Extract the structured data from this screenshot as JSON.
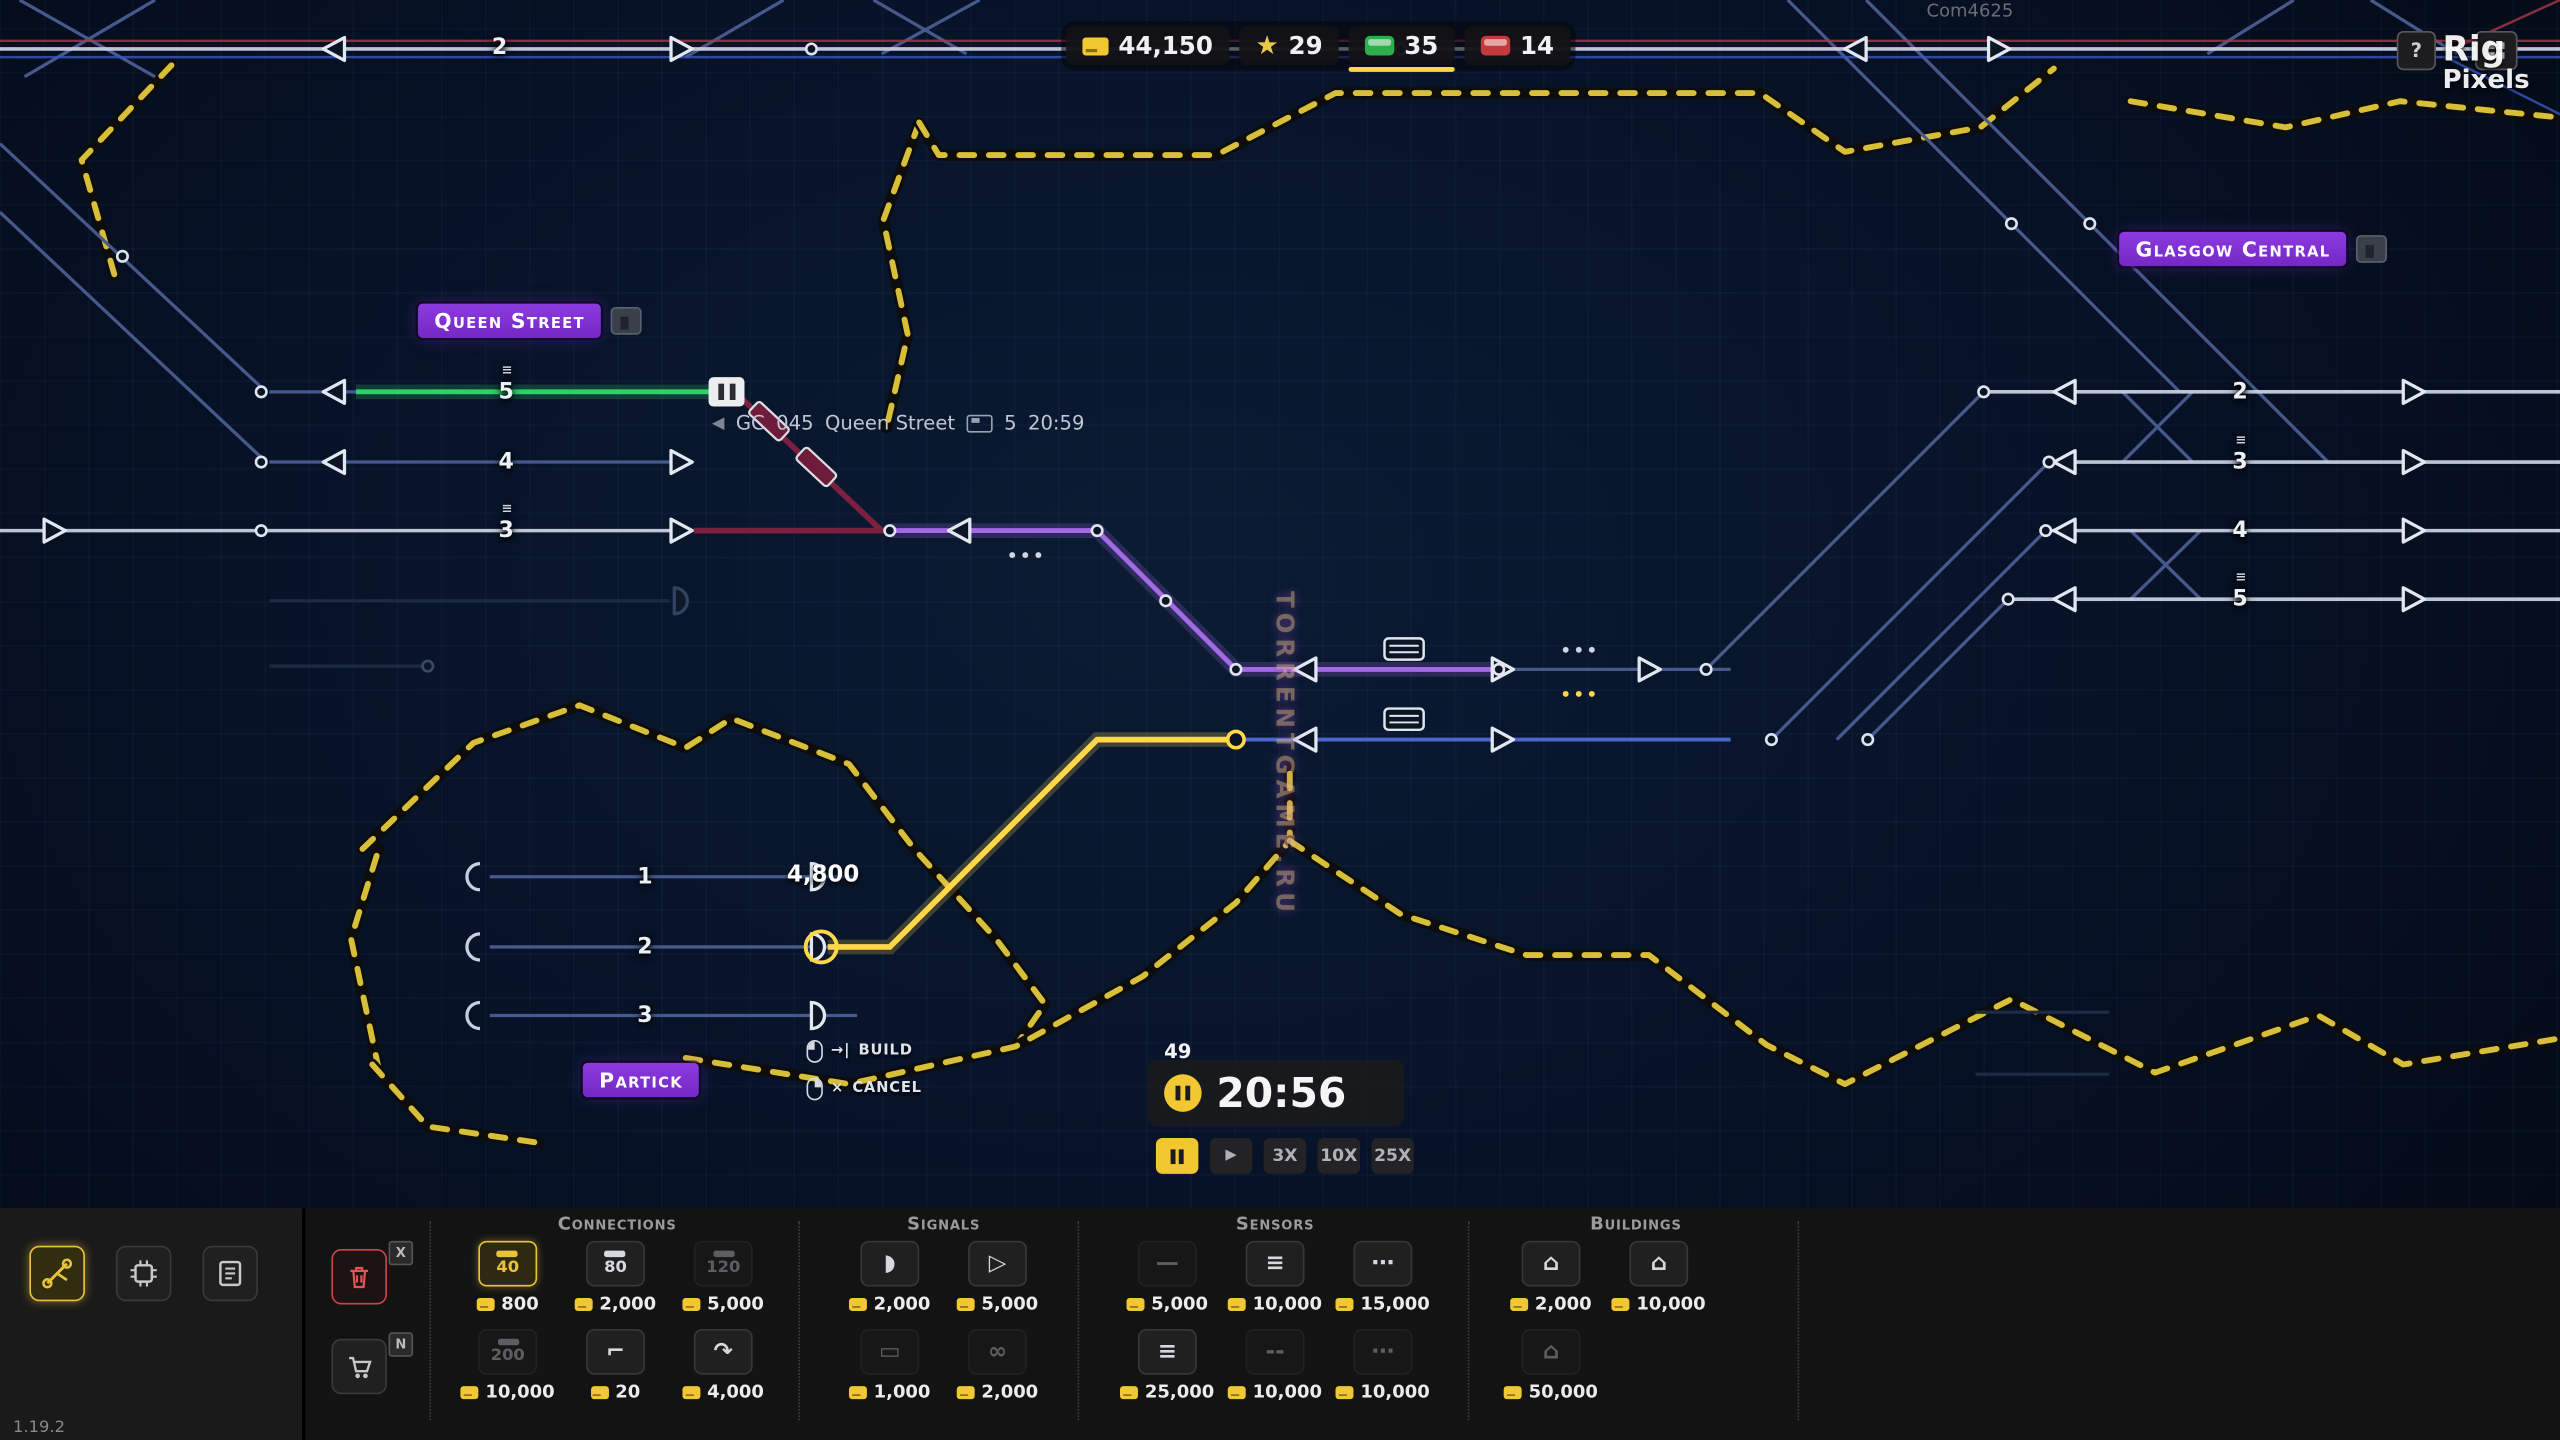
{
  "hud": {
    "money": "44,150",
    "stars": "29",
    "trains_green": "35",
    "trains_red": "14",
    "help": "?",
    "corner_tag": "Com4625"
  },
  "watermarks": {
    "site_line1": "Rig",
    "site_line2": "Pixels",
    "vertical": "TORRENTGAME.RU"
  },
  "icons": {
    "back": "◀",
    "star": "★",
    "play": "▶",
    "build_arrow": "→|",
    "cancel_x": "×"
  },
  "map": {
    "station_queen_street": "Queen Street",
    "station_glasgow_central": "Glasgow Central",
    "station_partick": "Partick",
    "top_track_number": "2",
    "queen_platforms": [
      {
        "n": "5",
        "mark": "≡"
      },
      {
        "n": "4",
        "mark": ""
      },
      {
        "n": "3",
        "mark": "≡"
      }
    ],
    "glasgow_platforms": [
      {
        "n": "2",
        "mark": ""
      },
      {
        "n": "3",
        "mark": "≡"
      },
      {
        "n": "4",
        "mark": ""
      },
      {
        "n": "5",
        "mark": "≡"
      }
    ],
    "partick_platforms": [
      {
        "n": "1"
      },
      {
        "n": "2"
      },
      {
        "n": "3"
      }
    ],
    "train_info": {
      "service": "GC",
      "number": "045",
      "destination": "Queen Street",
      "platform": "5",
      "time": "20:59"
    },
    "build_cost": "4,800",
    "hint_build": "BUILD",
    "hint_cancel": "CANCEL"
  },
  "clock": {
    "time": "20:56",
    "seconds": "49"
  },
  "speed_labels": [
    "3X",
    "10X",
    "25X"
  ],
  "toolbar": {
    "version": "1.19.2",
    "badge_delete": "X",
    "badge_buy": "N",
    "sections": [
      {
        "title": "Connections",
        "items": [
          {
            "glyph": "40",
            "price": "800",
            "state": "selected"
          },
          {
            "glyph": "80",
            "price": "2,000",
            "state": "on"
          },
          {
            "glyph": "120",
            "price": "5,000",
            "state": "off"
          },
          {
            "glyph": "200",
            "price": "10,000",
            "state": "off"
          },
          {
            "glyph": "⌐",
            "price": "20",
            "state": "on"
          },
          {
            "glyph": "↷",
            "price": "4,000",
            "state": "on"
          }
        ]
      },
      {
        "title": "Signals",
        "items": [
          {
            "glyph": "◗",
            "price": "2,000",
            "state": "on"
          },
          {
            "glyph": "▷",
            "price": "5,000",
            "state": "on"
          },
          {
            "glyph": "▭",
            "price": "1,000",
            "state": "off"
          },
          {
            "glyph": "∞",
            "price": "2,000",
            "state": "off"
          }
        ]
      },
      {
        "title": "Sensors",
        "items": [
          {
            "glyph": "—",
            "price": "5,000",
            "state": "off"
          },
          {
            "glyph": "≡",
            "price": "10,000",
            "state": "on"
          },
          {
            "glyph": "⋯",
            "price": "15,000",
            "state": "on"
          },
          {
            "glyph": "≡",
            "price": "25,000",
            "state": "on"
          },
          {
            "glyph": "--",
            "price": "10,000",
            "state": "off"
          },
          {
            "glyph": "⋯",
            "price": "10,000",
            "state": "off"
          }
        ]
      },
      {
        "title": "Buildings",
        "items": [
          {
            "glyph": "⌂",
            "price": "2,000",
            "state": "on"
          },
          {
            "glyph": "⌂",
            "price": "10,000",
            "state": "on"
          },
          {
            "glyph": "⌂",
            "price": "50,000",
            "state": "off"
          }
        ]
      }
    ]
  }
}
